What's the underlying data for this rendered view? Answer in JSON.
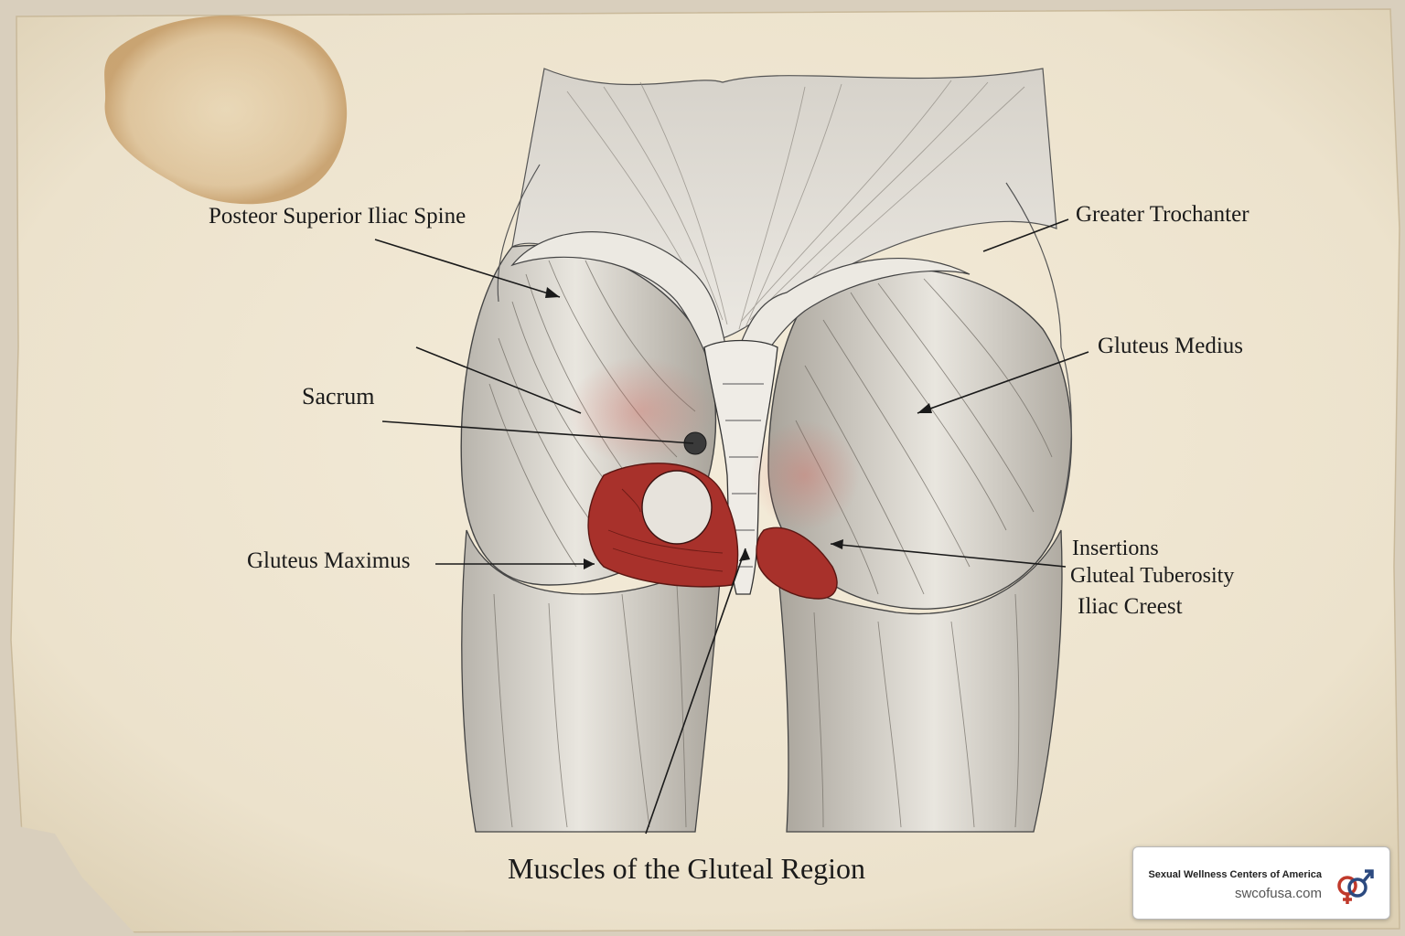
{
  "diagram": {
    "title": "Muscles of the Gluteal Region",
    "labels": {
      "posterior_superior_iliac_spine": "Posteor Superior Iliac Spine",
      "sacrum": "Sacrum",
      "gluteus_maximus": "Gluteus Maximus",
      "greater_trochanter": "Greater Trochanter",
      "gluteus_medius": "Gluteus Medius",
      "insertions": "Insertions",
      "gluteal_tuberosity": "Gluteal Tuberosity",
      "iliac_crest": "Iliac Creest"
    }
  },
  "badge": {
    "name": "Sexual Wellness Centers of America",
    "url": "swcofusa.com",
    "icon": "gender-symbols-icon"
  },
  "colors": {
    "paper": "#efe6d2",
    "ink": "#1a1a1a",
    "muscle": "#dedbd4",
    "highlight_red": "#a8312b",
    "stain": "#d8b98c"
  }
}
